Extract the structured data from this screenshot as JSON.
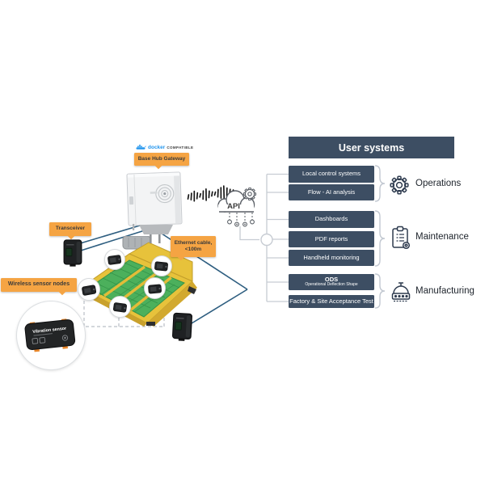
{
  "colors": {
    "accent_orange": "#F5A443",
    "slate_blue": "#3D4E63",
    "connection_blue": "#2E5E80",
    "connector_gray": "#C7CCD3",
    "docker_blue": "#2496ED",
    "machine_yellow": "#E7C23B",
    "mesh_green": "#4CB05C"
  },
  "docker": {
    "brand": "docker",
    "suffix": "COMPATIBLE"
  },
  "callouts": {
    "gateway": "Base Hub Gateway",
    "transceiver": "Transceiver",
    "ethernet_line1": "Ethernet cable,",
    "ethernet_line2": "<100m",
    "wireless_nodes": "Wireless sensor nodes"
  },
  "devices": {
    "vibration_sensor": "Vibration sensor",
    "api_label": "API"
  },
  "user_systems": {
    "title": "User systems",
    "groups": [
      {
        "name": "Operations",
        "items": [
          {
            "title": "Local control systems"
          },
          {
            "title": "Flow - AI analysis"
          }
        ]
      },
      {
        "name": "Maintenance",
        "items": [
          {
            "title": "Dashboards"
          },
          {
            "title": "PDF reports"
          },
          {
            "title": "Handheld monitoring"
          }
        ]
      },
      {
        "name": "Manufacturing",
        "items": [
          {
            "title": "ODS",
            "subtitle": "Operational Deflection Shape"
          },
          {
            "title": "Factory & Site Acceptance Test"
          }
        ]
      }
    ]
  }
}
